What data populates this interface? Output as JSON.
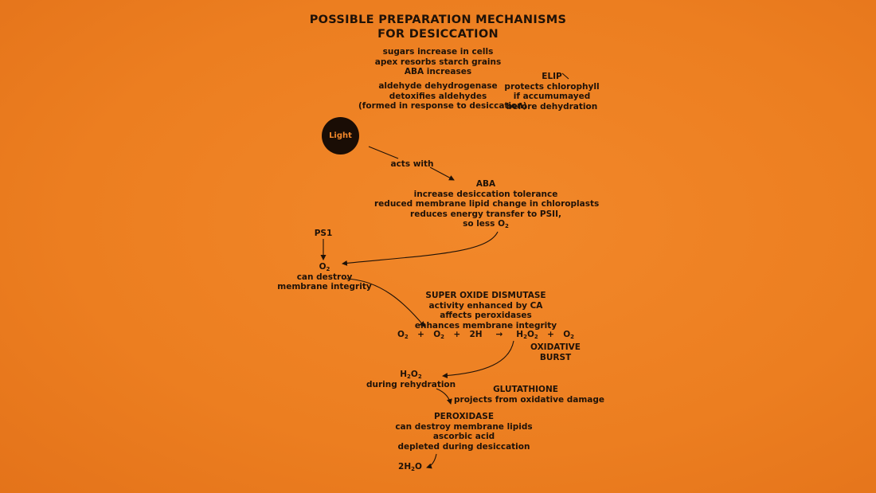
{
  "title": {
    "line1": "POSSIBLE PREPARATION MECHANISMS",
    "line2": "FOR DESICCATION"
  },
  "prep_block": [
    "sugars increase in cells",
    "apex resorbs starch grains",
    "ABA increases"
  ],
  "aldehyde_block": [
    "aldehyde dehydrogenase",
    "detoxifies aldehydes",
    "(formed in response to desiccation)"
  ],
  "elip_block": [
    "ELIP",
    "protects chlorophyll",
    "if accumumayed",
    "before dehydration"
  ],
  "light": "Light",
  "acts_with": "acts with",
  "aba_block": [
    "ABA",
    "increase desiccation tolerance",
    "reduced membrane lipid change in chloroplasts",
    "reduces energy transfer to PSII,"
  ],
  "aba_last": {
    "text": "so less O",
    "sub": "2"
  },
  "ps1": "PS1",
  "o2_block": {
    "o": "O",
    "sub": "2",
    "line2": "can destroy",
    "line3": "membrane integrity"
  },
  "sod_block": [
    "SUPER OXIDE DISMUTASE",
    "activity enhanced by CA",
    "affects peroxidases",
    "enhances membrane integrity"
  ],
  "equation": {
    "o1": "O",
    "o1_sub": "2",
    "plus1": "+",
    "o2": "O",
    "o2_sub": "2",
    "plus2": "+",
    "h": "2H",
    "arrow": "→",
    "h2o2": "H",
    "h2o2_sub": "2",
    "h2o2_o": "O",
    "h2o2_sub2": "2",
    "plus3": "+",
    "o3": "O",
    "o3_sub": "2"
  },
  "oxidative_burst": [
    "OXIDATIVE",
    "BURST"
  ],
  "h2o2_block": {
    "h": "H",
    "sub1": "2",
    "o": "O",
    "sub2": "2",
    "line2": "during rehydration"
  },
  "glutathione_block": [
    "GLUTATHIONE",
    "projects from oxidative damage"
  ],
  "peroxidase_block": [
    "PEROXIDASE",
    "can destroy membrane lipids",
    "ascorbic acid",
    "depleted during desiccation"
  ],
  "water": {
    "pre": "2H",
    "sub": "2",
    "post": "O"
  }
}
